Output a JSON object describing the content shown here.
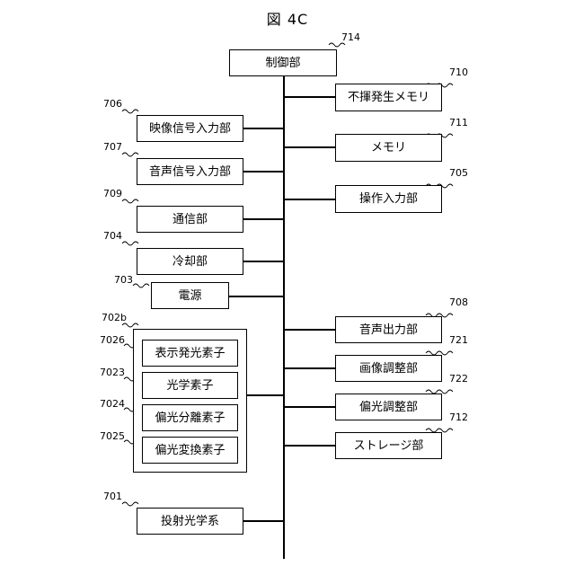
{
  "figure_title": "図 4C",
  "blocks": {
    "control": {
      "ref": "714",
      "label": "制御部"
    },
    "nonvolatile": {
      "ref": "710",
      "label": "不揮発生メモリ"
    },
    "memory": {
      "ref": "711",
      "label": "メモリ"
    },
    "operation": {
      "ref": "705",
      "label": "操作入力部"
    },
    "video_in": {
      "ref": "706",
      "label": "映像信号入力部"
    },
    "audio_in": {
      "ref": "707",
      "label": "音声信号入力部"
    },
    "comm": {
      "ref": "709",
      "label": "通信部"
    },
    "cooling": {
      "ref": "704",
      "label": "冷却部"
    },
    "power": {
      "ref": "703",
      "label": "電源"
    },
    "audio_out": {
      "ref": "708",
      "label": "音声出力部"
    },
    "image_adj": {
      "ref": "721",
      "label": "画像調整部"
    },
    "polar_adj": {
      "ref": "722",
      "label": "偏光調整部"
    },
    "storage": {
      "ref": "712",
      "label": "ストレージ部"
    },
    "projection": {
      "ref": "701",
      "label": "投射光学系"
    },
    "optical_group": {
      "ref": "702b"
    },
    "emitter": {
      "ref": "7026",
      "label": "表示発光素子"
    },
    "optic": {
      "ref": "7023",
      "label": "光学素子"
    },
    "pol_sep": {
      "ref": "7024",
      "label": "偏光分離素子"
    },
    "pol_conv": {
      "ref": "7025",
      "label": "偏光変換素子"
    }
  }
}
